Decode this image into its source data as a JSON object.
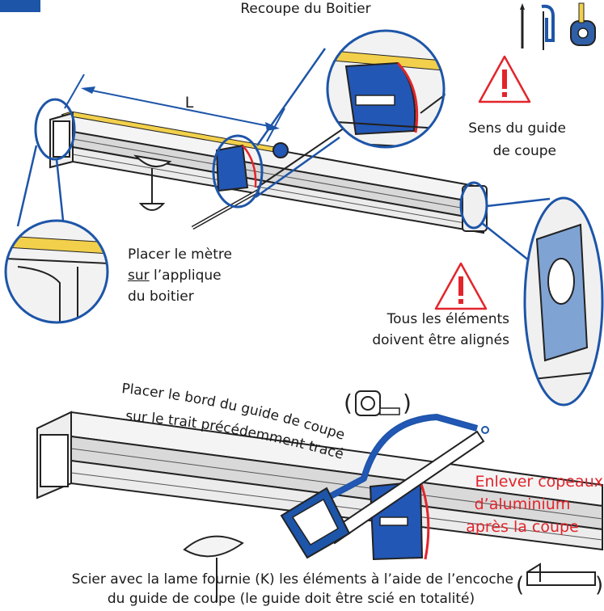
{
  "title": "Recoupe du Boitier",
  "measure_label": "L",
  "labels": {
    "sens_line1": "Sens du guide",
    "sens_line2": "de coupe",
    "metre_line1": "Placer le mètre",
    "metre_line2_u": "sur",
    "metre_line2_rest": " l’applique",
    "metre_line3": "du boitier",
    "aligned_line1": "Tous les éléments",
    "aligned_line2": "doivent être alignés",
    "curved_line1": "Placer le bord du guide de coupe",
    "curved_line2": "sur le trait précédemment tracé",
    "copeaux_line1": "Enlever copeaux",
    "copeaux_line2": "d’aluminium",
    "copeaux_line3": "après la coupe",
    "bottom_line1": "Scier avec la lame fournie (K) les éléments à l’aide de l’encoche",
    "bottom_line2": "du guide de coupe (le guide doit être scié en totalité)"
  },
  "colors": {
    "accent_blue": "#1d55a8",
    "guide_blue": "#2257b5",
    "light_blue": "#7fa3d3",
    "warning_red": "#e3242b",
    "tape_yellow": "#f2d04b"
  },
  "icons": [
    "pencil-icon",
    "hacksaw-icon",
    "tape-measure-icon",
    "warning-icon",
    "saw-blade-icon"
  ]
}
